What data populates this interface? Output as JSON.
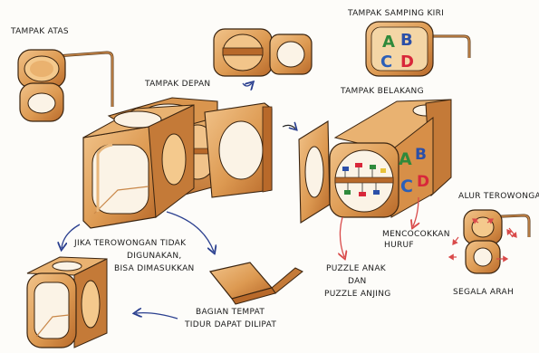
{
  "labels": {
    "top_view": "TAMPAK ATAS",
    "front_view": "TAMPAK DEPAN",
    "left_side_view": "TAMPAK SAMPING KIRI",
    "back_view": "TAMPAK BELAKANG",
    "tunnel_flow": "ALUR TEROWONGAN",
    "all_directions": "SEGALA ARAH",
    "match_letters_1": "MENCOCOKKAN",
    "match_letters_2": "HURUF",
    "puzzle_1": "PUZZLE ANAK",
    "puzzle_2": "DAN",
    "puzzle_3": "PUZZLE ANJING",
    "tunnel_unused_1": "JIKA TEROWONGAN TIDAK",
    "tunnel_unused_2": "DIGUNAKAN,",
    "tunnel_unused_3": "BISA DIMASUKKAN",
    "bed_fold_1": "BAGIAN TEMPAT",
    "bed_fold_2": "TIDUR DAPAT DILIPAT"
  },
  "letters": {
    "a": "A",
    "b": "B",
    "c": "C",
    "d": "D"
  },
  "colors": {
    "wood": "#e0a35c",
    "wood_dark": "#b86d2c",
    "outline": "#3a2410",
    "cream": "#fbf3e6",
    "letter_a": "#2f8a3b",
    "letter_b": "#2b4fa8",
    "letter_c": "#2b5fb8",
    "letter_d": "#d8273a",
    "arrow_blue": "#2a3f8f",
    "arrow_red": "#d94a4a"
  }
}
